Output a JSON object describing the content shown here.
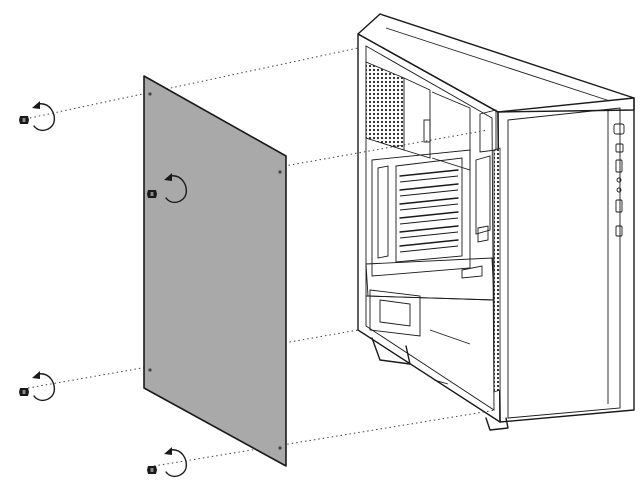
{
  "figure": {
    "subject": "case-interior-diagram",
    "panel": {
      "fill": "#a9a9a9",
      "stroke": "#1a1a1a"
    },
    "screws": [
      {
        "id": "screw-top-left"
      },
      {
        "id": "screw-panel-center"
      },
      {
        "id": "screw-bottom-left"
      },
      {
        "id": "screw-bottom-center"
      }
    ],
    "rotation_icon": "counterclockwise-arrow-icon",
    "screw_icon": "thumbscrew-icon"
  }
}
